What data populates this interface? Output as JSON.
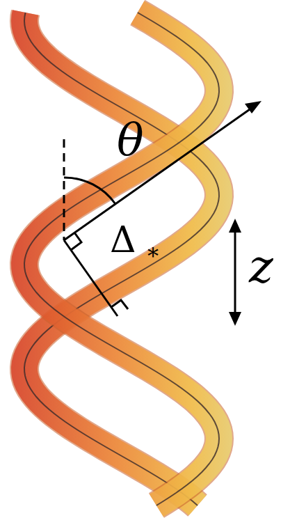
{
  "diagram": {
    "labels": [
      "θ",
      "Δ",
      "*",
      "z"
    ]
  }
}
